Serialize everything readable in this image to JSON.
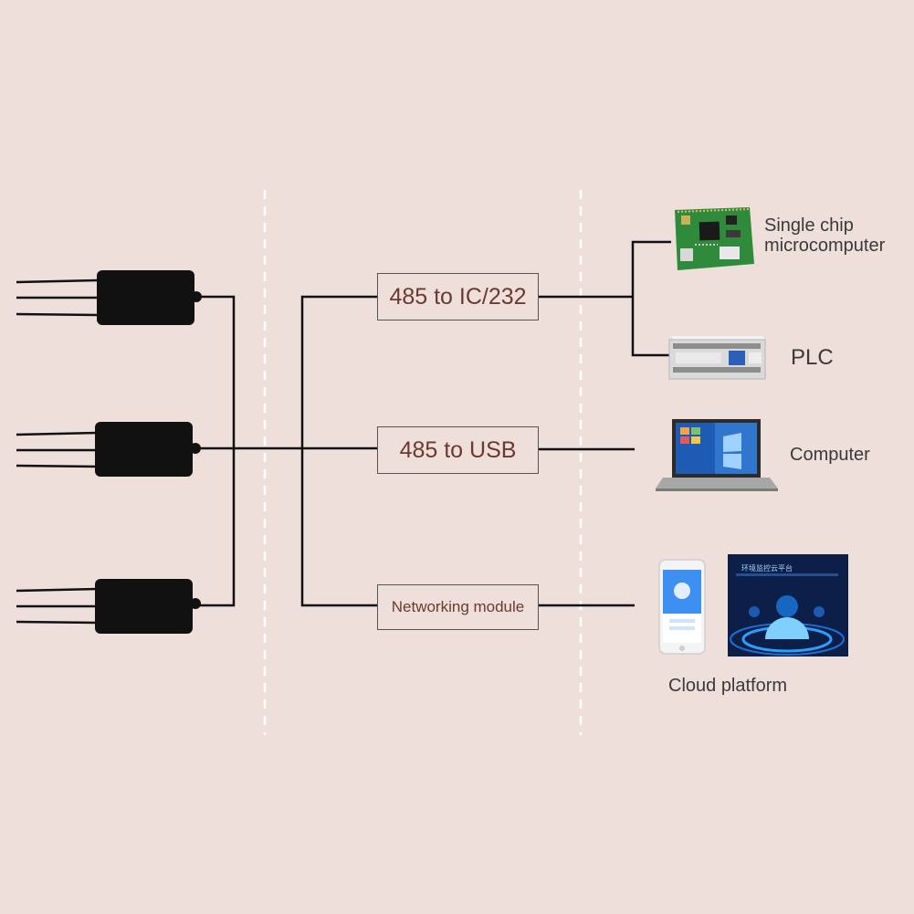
{
  "converters": {
    "ic232": "485 to IC/232",
    "usb": "485 to USB",
    "network": "Networking module"
  },
  "devices": {
    "single_chip_line1": "Single chip",
    "single_chip_line2": "microcomputer",
    "plc": "PLC",
    "computer": "Computer",
    "cloud": "Cloud platform"
  },
  "cloud_screen_title": "环境监控云平台",
  "colors": {
    "background": "#eedfdb",
    "line": "#111111",
    "box_text": "#6b3a2f",
    "divider": "#ffffff"
  }
}
